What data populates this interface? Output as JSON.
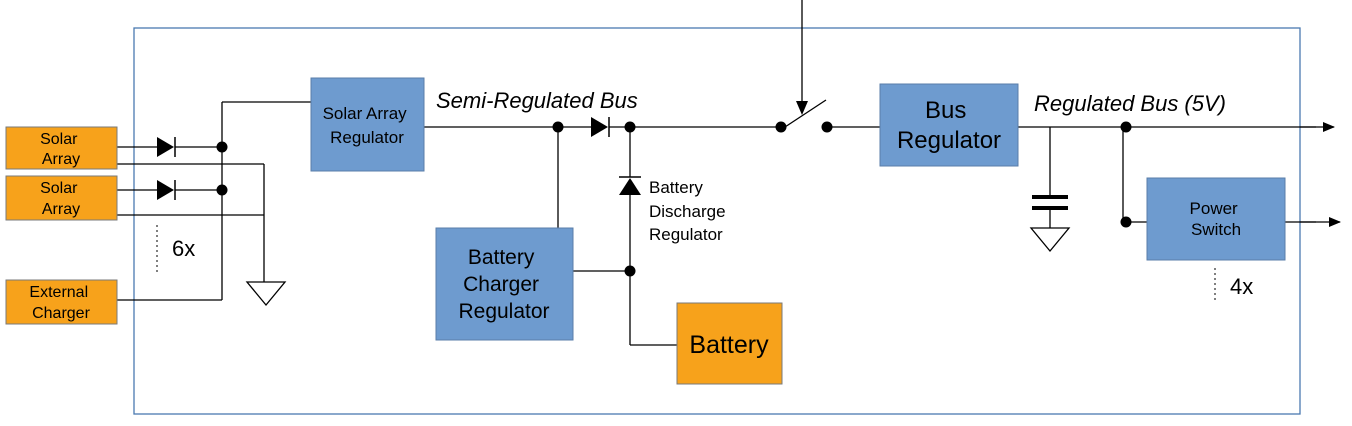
{
  "blocks": {
    "solar_array_1": [
      "Solar",
      "Array"
    ],
    "solar_array_2": [
      "Solar",
      "Array"
    ],
    "external_charger": [
      "External",
      "Charger"
    ],
    "solar_array_regulator": [
      "Solar Array",
      "Regulator"
    ],
    "battery_charger_regulator": [
      "Battery",
      "Charger",
      "Regulator"
    ],
    "battery": "Battery",
    "bus_regulator": [
      "Bus",
      "Regulator"
    ],
    "power_switch": [
      "Power",
      "Switch"
    ]
  },
  "labels": {
    "semi_regulated_bus": "Semi-Regulated Bus",
    "regulated_bus": "Regulated Bus (5V)",
    "battery_discharge_regulator": [
      "Battery",
      "Discharge",
      "Regulator"
    ],
    "solar_multiplier": "6x",
    "switch_multiplier": "4x"
  },
  "colors": {
    "orange_block": "#F7A21B",
    "blue_block": "#6E9BCF",
    "frame": "#4A7AB0",
    "wire": "#000000"
  }
}
